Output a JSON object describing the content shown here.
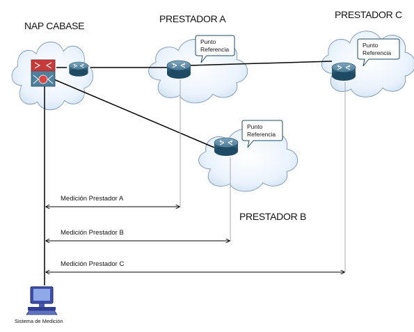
{
  "nodes": {
    "nap": "NAP CABASE",
    "a": "PRESTADOR A",
    "b": "PRESTADOR B",
    "c": "PRESTADOR C"
  },
  "reference": {
    "line1": "Punto",
    "line2": "Referencia"
  },
  "measurements": {
    "a": "Medición Prestador A",
    "b": "Medición Prestador B",
    "c": "Medición Prestador C"
  },
  "terminal": "Sistema de Medición",
  "colors": {
    "cloud_fill": "#e6f1fb",
    "cloud_stroke": "#7c97b4",
    "router": "#2c5f7c",
    "switch_red": "#c63a3a",
    "line": "#000000",
    "guide": "#a9a9a9"
  },
  "icons": [
    "router-icon",
    "multilayer-switch-icon",
    "workstation-icon",
    "speech-bubble"
  ]
}
